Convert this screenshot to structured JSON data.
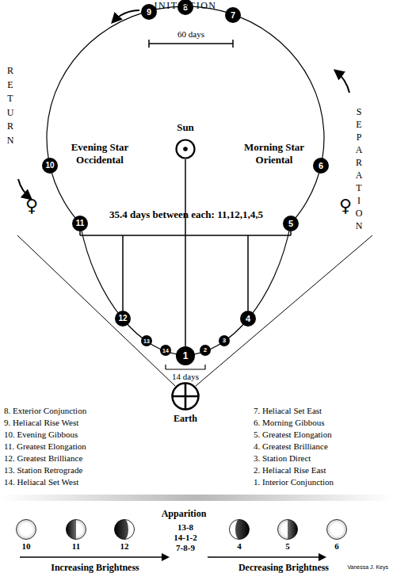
{
  "diagram": {
    "nodes": [
      {
        "text": [
          "9"
        ]
      },
      {
        "text": [
          "8"
        ]
      },
      {
        "text": [
          "7"
        ]
      },
      {
        "text": [
          "10"
        ]
      },
      {
        "text": [
          "6"
        ]
      },
      {
        "text": [
          "Sun"
        ]
      },
      {
        "text": [
          "11"
        ]
      },
      {
        "text": [
          "5"
        ]
      },
      {
        "text": [
          "12"
        ]
      },
      {
        "text": [
          "4"
        ]
      },
      {
        "text": [
          "13"
        ]
      },
      {
        "text": [
          "3"
        ]
      },
      {
        "text": [
          "14"
        ]
      },
      {
        "text": [
          "2"
        ]
      },
      {
        "text": [
          "1"
        ]
      },
      {
        "text": [
          "Earth"
        ]
      },
      {
        "text": [
          "10"
        ]
      },
      {
        "text": [
          "11"
        ]
      },
      {
        "text": [
          "12"
        ]
      },
      {
        "text": [
          "4"
        ]
      },
      {
        "text": [
          "5"
        ]
      },
      {
        "text": [
          "6"
        ]
      }
    ],
    "labels": [
      "INITIATION",
      "SEPARATION",
      "RETURN",
      "♀",
      "Evening Star Occidental",
      "♀",
      "Morning Star Oriental",
      "60 days",
      "35.4 days between each: 11,12,1,4,5",
      "14 days",
      "8. Exterior Conjunction",
      "9. Heliacal Rise West",
      "10. Evening Gibbous",
      "11. Greatest Elongation",
      "12. Greatest Brilliance",
      "13. Station Retrograde",
      "14. Heliacal Set West",
      "7. Heliacal Set East",
      "6. Morning Gibbous",
      "5. Greatest Elongation",
      "4. Greatest Brilliance",
      "3. Station Direct",
      "2. Heliacal Rise East",
      "1. Interior Conjunction",
      "Apparition",
      "13-8",
      "14-1-2",
      "7-8-9",
      "Increasing Brightness",
      "Decreasing Brightness",
      "Vanessa J. Keys"
    ]
  }
}
